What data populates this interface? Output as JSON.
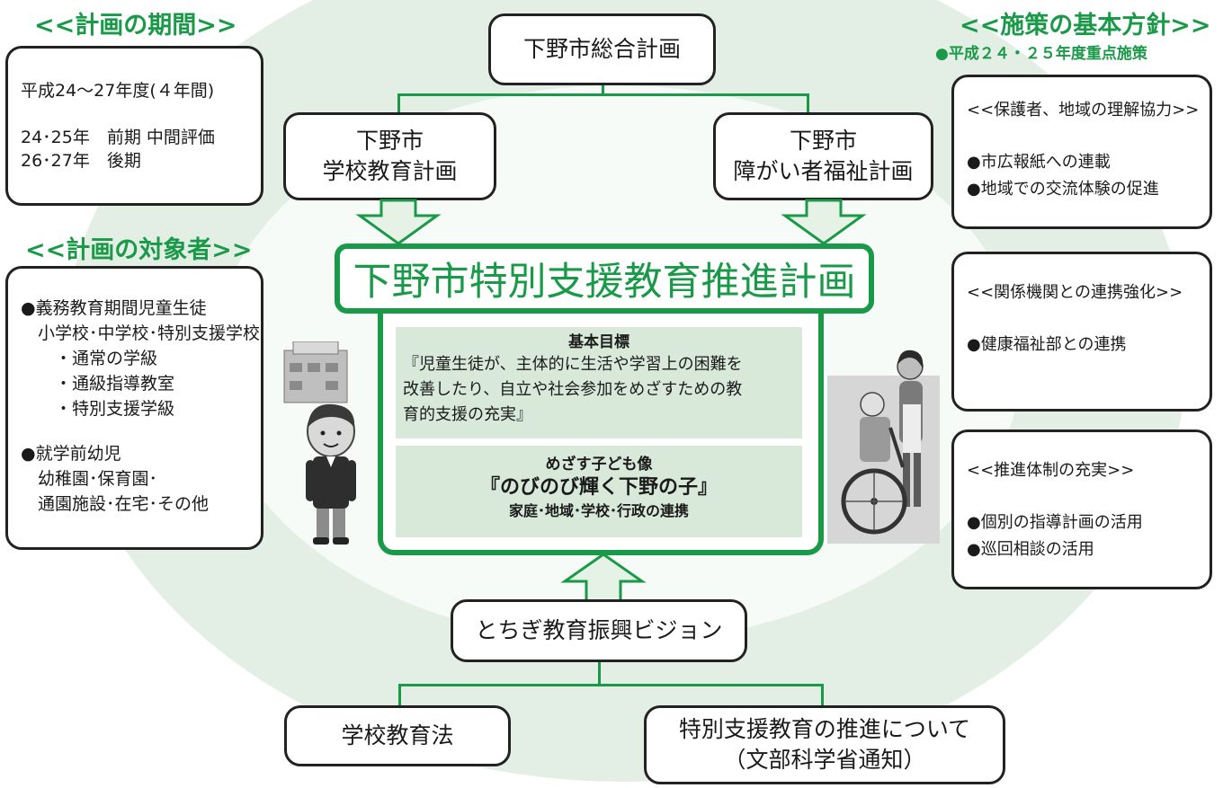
{
  "headings": {
    "period": "<<計画の期間>>",
    "target": "<<計画の対象者>>",
    "policy": "<<施策の基本方針>>",
    "policy_sub": "●平成２４・２５年度重点施策"
  },
  "period_box": {
    "lines": [
      "平成24～27年度(４年間)",
      "",
      "24･25年　前期 中間評価",
      "26･27年　後期"
    ]
  },
  "target_box": {
    "lines": [
      "●義務教育期間児童生徒",
      "　小学校･中学校･特別支援学校",
      "　　・通常の学級",
      "　　・通級指導教室",
      "　　・特別支援学級",
      "",
      "●就学前幼児",
      "　幼稚園･保育園･",
      "　通園施設･在宅･その他"
    ]
  },
  "top": {
    "general_plan": "下野市総合計画"
  },
  "left_plan": {
    "line1": "下野市",
    "line2": "学校教育計画"
  },
  "right_plan": {
    "line1": "下野市",
    "line2": "障がい者福祉計画"
  },
  "main_plan": {
    "title": "下野市特別支援教育推進計画"
  },
  "basic_goal": {
    "label": "基本目標",
    "lines": [
      "『児童生徒が、主体的に生活や学習上の困難を",
      "改善したり、自立や社会参加をめざすための教",
      "育的支援の充実』"
    ]
  },
  "child_image": {
    "label": "めざす子ども像",
    "motto": "『のびのび輝く下野の子』",
    "cooperation": "家庭･地域･学校･行政の連携"
  },
  "tochigi": {
    "label": "とちぎ教育振興ビジョン"
  },
  "school_law": {
    "label": "学校教育法"
  },
  "notice": {
    "line1": "特別支援教育の推進について",
    "line2": "（文部科学省通知）"
  },
  "policies": [
    {
      "title": "<<保護者、地域の理解協力>>",
      "items": [
        "●市広報紙への連載",
        "●地域での交流体験の促進"
      ]
    },
    {
      "title": "<<関係機関との連携強化>>",
      "items": [
        "●健康福祉部との連携"
      ]
    },
    {
      "title": "<<推進体制の充実>>",
      "items": [
        "●個別の指導計画の活用",
        "●巡回相談の活用"
      ]
    }
  ],
  "colors": {
    "accent": "#1a9a48",
    "panel": "#d8e9d9",
    "ellipse": "#e3efe5"
  }
}
